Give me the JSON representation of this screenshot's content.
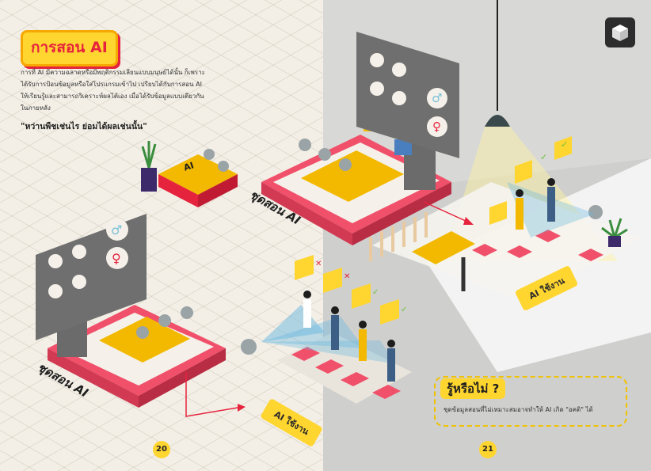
{
  "header": {
    "title": "การสอน AI",
    "intro": "การที่ AI มีความฉลาดหรือมีพฤติกรรมเลียนแบบมนุษย์ได้นั้น ก็เพราะได้รับการป้อนข้อมูลหรือใส่โปรแกรมเข้าไป เปรียบได้กับการสอน AI ให้เรียนรู้และสามารถวิเคราะห์ผลได้เอง เมื่อได้รับข้อมูลแบบเดียวกันในภายหลัง",
    "quote": "\"หว่านพืชเช่นไร ย่อมได้ผลเช่นนั้น\""
  },
  "scenes": {
    "teach_label_top": "ชุดสอน AI",
    "teach_label_bottom": "ชุดสอน AI",
    "use_label_right": "AI ใช้งาน",
    "use_label_bottom": "AI ใช้งาน",
    "book_label": "AI"
  },
  "did_you_know": {
    "title": "รู้หรือไม่ ?",
    "text": "ชุดข้อมูลสอนที่ไม่เหมาะสมอาจทำให้ AI เกิด \"อคติ\" ได้"
  },
  "pages": {
    "left": "20",
    "right": "21"
  },
  "colors": {
    "accent": "#ffd530",
    "red": "#e6233c",
    "panel": "#6f6f6f",
    "robot": "#9aa3a6",
    "platform": "#f0506a"
  },
  "icons": [
    "male-symbol-icon",
    "female-symbol-icon",
    "check-icon",
    "cross-icon",
    "robot-icon",
    "book-icon",
    "lamp-icon",
    "logo-box-icon"
  ]
}
